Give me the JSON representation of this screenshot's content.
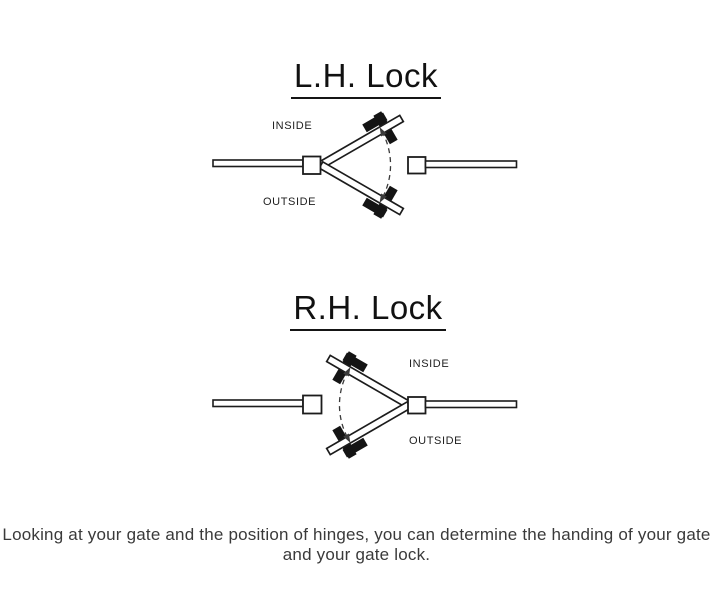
{
  "diagrams": [
    {
      "id": "lh",
      "title": "L.H. Lock",
      "inside_label": "INSIDE",
      "outside_label": "OUTSIDE"
    },
    {
      "id": "rh",
      "title": "R.H. Lock",
      "inside_label": "INSIDE",
      "outside_label": "OUTSIDE"
    }
  ],
  "caption": {
    "line1": "Looking at your gate and the position of hinges, you can determine the handing of your gate",
    "line2": "and your gate lock."
  },
  "colors": {
    "background": "#ffffff",
    "line": "#1c1c1c",
    "hardware": "#141414",
    "arc": "#3a3a3a",
    "caption_text": "#3a3a3a"
  }
}
